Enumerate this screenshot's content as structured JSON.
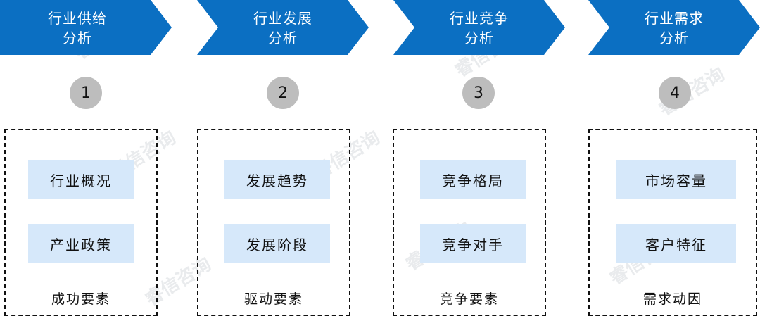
{
  "watermark": "睿信咨询",
  "colors": {
    "chevron": "#0b6fc2",
    "item_bg": "#d6e8fa",
    "circle": "#bdbdbd"
  },
  "columns": [
    {
      "header_line1": "行业供给",
      "header_line2": "分析",
      "number": "1",
      "items": [
        "行业概况",
        "产业政策"
      ],
      "factor": "成功要素"
    },
    {
      "header_line1": "行业发展",
      "header_line2": "分析",
      "number": "2",
      "items": [
        "发展趋势",
        "发展阶段"
      ],
      "factor": "驱动要素"
    },
    {
      "header_line1": "行业竞争",
      "header_line2": "分析",
      "number": "3",
      "items": [
        "竞争格局",
        "竞争对手"
      ],
      "factor": "竞争要素"
    },
    {
      "header_line1": "行业需求",
      "header_line2": "分析",
      "number": "4",
      "items": [
        "市场容量",
        "客户特征"
      ],
      "factor": "需求动因"
    }
  ]
}
